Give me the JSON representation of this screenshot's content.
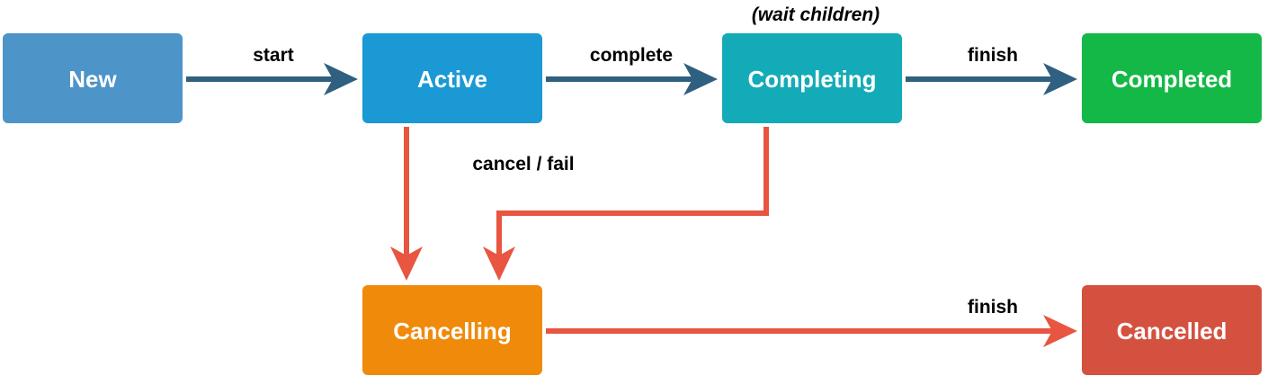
{
  "colors": {
    "new": "#4d94c9",
    "active": "#1a99d5",
    "completing": "#14abb8",
    "completed": "#14b847",
    "cancelling": "#f08a0b",
    "cancelled": "#d45140",
    "forward_edge": "#30607f",
    "cancel_edge": "#e85540",
    "node_text": "#ffffff",
    "edge_text": "#000000"
  },
  "nodes": {
    "new": "New",
    "active": "Active",
    "completing": "Completing",
    "completed": "Completed",
    "cancelling": "Cancelling",
    "cancelled": "Cancelled"
  },
  "edges": {
    "start": "start",
    "complete": "complete",
    "finish_completed": "finish",
    "cancel_fail": "cancel / fail",
    "finish_cancelled": "finish"
  },
  "notes": {
    "wait_children": "(wait children)"
  }
}
